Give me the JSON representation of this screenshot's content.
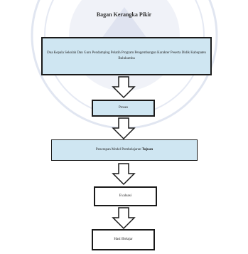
{
  "diagram": {
    "title": "Bagan Kerangka Pikir",
    "nodes": [
      {
        "id": "n1",
        "text": "Dua Kepala Sekolah Dan Guru Pendamping Pelatih Program Pengembangan Karakter Peserta Didik Kabupaten Bulukumba",
        "style": "blue"
      },
      {
        "id": "n2",
        "text": "Proses",
        "style": "blue"
      },
      {
        "id": "n3",
        "text": "Penerapan Model Pembelajaran",
        "text_bold": "Tujuan",
        "style": "blue"
      },
      {
        "id": "n4",
        "text": "Evaluasi",
        "style": "white"
      },
      {
        "id": "n5",
        "text": "Hasil Belajar",
        "style": "white"
      }
    ],
    "edges": [
      [
        "n1",
        "n2"
      ],
      [
        "n2",
        "n3"
      ],
      [
        "n3",
        "n4"
      ],
      [
        "n4",
        "n5"
      ]
    ]
  },
  "colors": {
    "box_fill": "#cfe6f2",
    "border": "#1a1a1a",
    "watermark": "#aab7d6"
  }
}
